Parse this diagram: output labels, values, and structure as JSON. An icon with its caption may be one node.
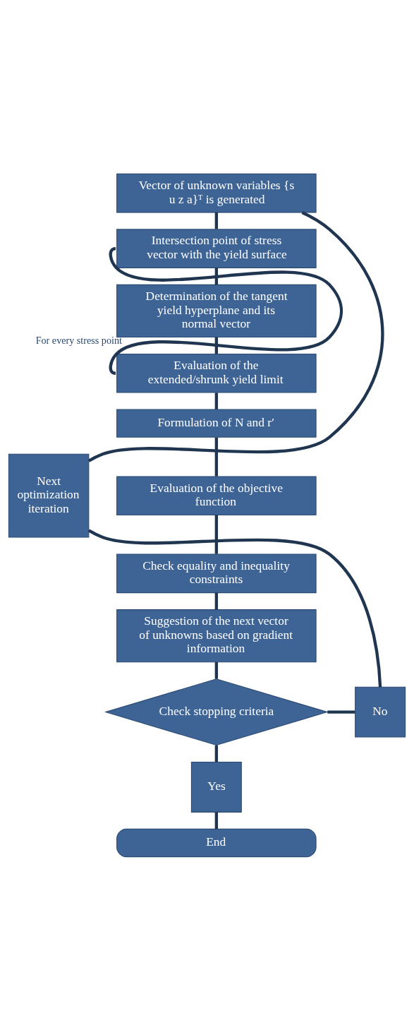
{
  "diagram": {
    "nodes": [
      {
        "text": [
          "Vector of unknown variables {s u z a}ᵀ is generated"
        ]
      },
      {
        "text": [
          "Intersection point of stress vector with the yield surface"
        ]
      },
      {
        "text": [
          "Determination of the tangent yield hyperplane and its normal vector"
        ]
      },
      {
        "text": [
          "Evaluation of the extended/shrunk yield limit"
        ]
      },
      {
        "text": [
          "Formulation of N and r′"
        ]
      },
      {
        "text": [
          "Evaluation of the objective function"
        ]
      },
      {
        "text": [
          "Check equality and inequality constraints"
        ]
      },
      {
        "text": [
          "Suggestion of the next vector of unknowns based on gradient information"
        ]
      },
      {
        "text": [
          "Check stopping criteria"
        ]
      },
      {
        "text": [
          "No"
        ]
      },
      {
        "text": [
          "Yes"
        ]
      },
      {
        "text": [
          "End"
        ]
      },
      {
        "text": [
          "Next optimization iteration"
        ]
      }
    ],
    "edges": [
      {
        "from": 0,
        "to": 1,
        "arrow": "none"
      },
      {
        "from": 1,
        "to": 2,
        "arrow": "none"
      },
      {
        "from": 2,
        "to": 3,
        "arrow": "none"
      },
      {
        "from": 3,
        "to": 1,
        "arrow": "none",
        "label": "For every stress point"
      },
      {
        "from": 3,
        "to": 4,
        "arrow": "none"
      },
      {
        "from": 4,
        "to": 5,
        "arrow": "none"
      },
      {
        "from": 5,
        "to": 6,
        "arrow": "none"
      },
      {
        "from": 6,
        "to": 7,
        "arrow": "none"
      },
      {
        "from": 7,
        "to": 8,
        "arrow": "none"
      },
      {
        "from": 8,
        "to": 9,
        "arrow": "none"
      },
      {
        "from": 9,
        "to": 12,
        "arrow": "none"
      },
      {
        "from": 12,
        "to": 0,
        "arrow": "none"
      },
      {
        "from": 8,
        "to": 10,
        "arrow": "none"
      },
      {
        "from": 10,
        "to": 11,
        "arrow": "none"
      }
    ]
  }
}
